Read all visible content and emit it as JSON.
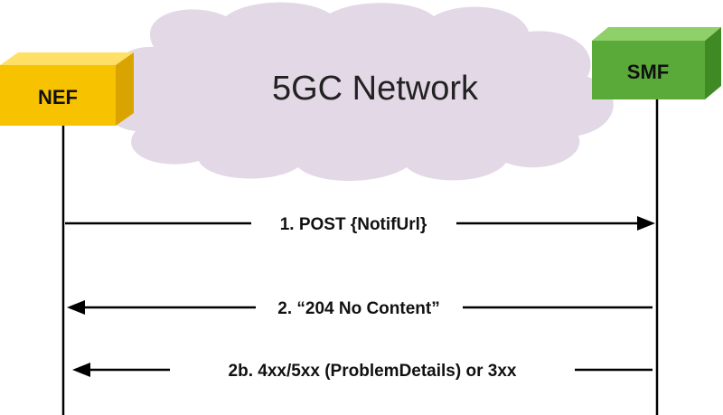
{
  "network": {
    "title": "5GC Network"
  },
  "entities": {
    "left": {
      "name": "NEF",
      "color_front": "#f7c200",
      "color_top": "#ffe066",
      "color_side": "#d9a300"
    },
    "right": {
      "name": "SMF",
      "color_front": "#5aaa3a",
      "color_top": "#8fd06a",
      "color_side": "#3f8a25"
    }
  },
  "messages": [
    {
      "label": "1. POST {NotifUrl}",
      "direction": "right"
    },
    {
      "label": "2. “204 No Content”",
      "direction": "left"
    },
    {
      "label": "2b. 4xx/5xx (ProblemDetails) or 3xx",
      "direction": "left"
    }
  ],
  "colors": {
    "cloud": "#e3d8e6",
    "line": "#000000"
  }
}
